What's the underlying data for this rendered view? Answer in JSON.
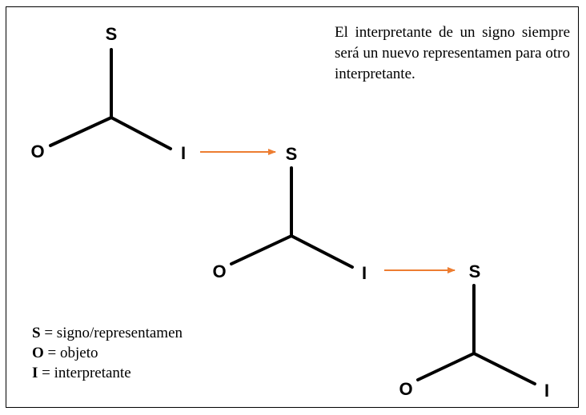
{
  "note": {
    "text": "El interpretante de un signo siempre será un nuevo representamen para otro interpretante."
  },
  "signs": [
    {
      "s_label": "S",
      "o_label": "O",
      "i_label": "I"
    },
    {
      "s_label": "S",
      "o_label": "O",
      "i_label": "I"
    },
    {
      "s_label": "S",
      "o_label": "O",
      "i_label": "I"
    }
  ],
  "legend": {
    "items": [
      {
        "key": "S",
        "sep": " = ",
        "value": "signo/representamen"
      },
      {
        "key": "O",
        "sep": " = ",
        "value": "objeto"
      },
      {
        "key": "I",
        "sep": " = ",
        "value": "interpretante"
      }
    ]
  },
  "colors": {
    "line": "#000000",
    "arrow": "#ED7D31",
    "border": "#000000",
    "text": "#000000"
  }
}
